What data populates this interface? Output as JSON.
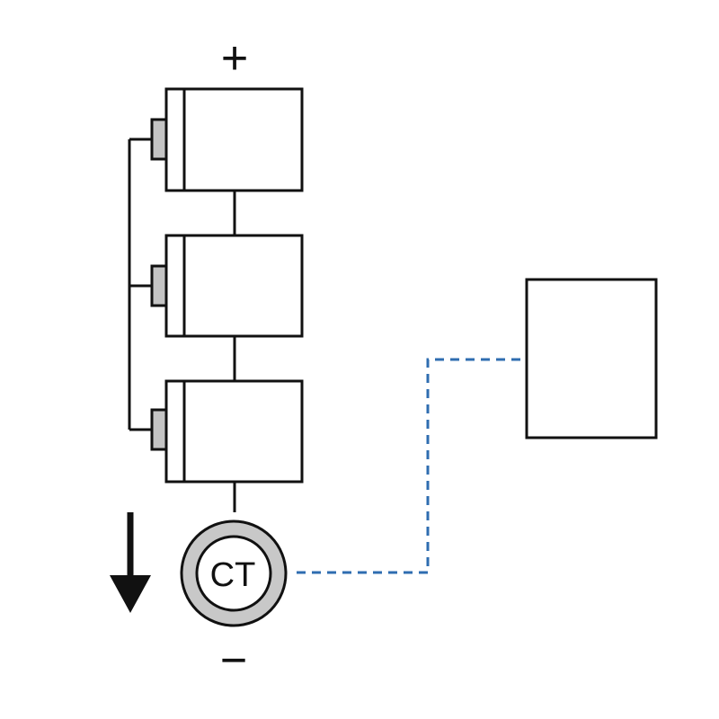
{
  "labels": {
    "positive": "+",
    "negative": "−",
    "current_transformer": "CT"
  },
  "colors": {
    "stroke": "#111111",
    "terminal_fill": "#c4c4c4",
    "ct_ring": "#c8c8c8",
    "signal_line": "#2f6db0",
    "background": "#ffffff"
  },
  "components": {
    "cells": [
      "cell-top",
      "cell-middle",
      "cell-bottom"
    ],
    "current_arrow": "down-arrow-icon",
    "monitor": "monitor-box"
  }
}
